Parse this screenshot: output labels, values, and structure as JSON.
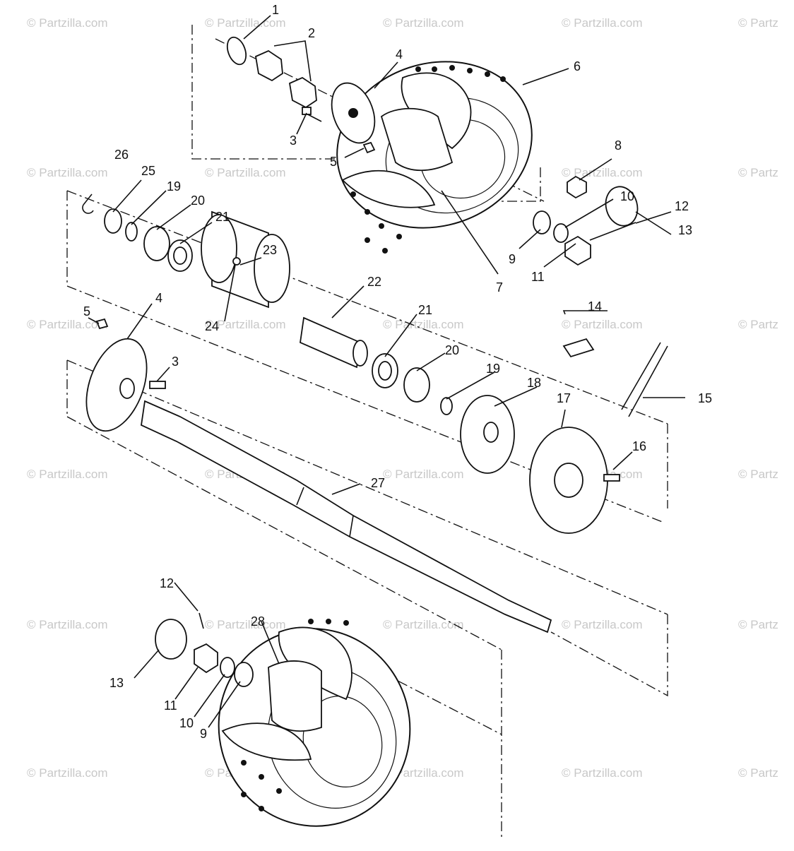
{
  "watermark": "© Partzilla.com",
  "watermark_edge": "© Partz",
  "callouts": [
    "1",
    "2",
    "3",
    "4",
    "5",
    "6",
    "7",
    "8",
    "9",
    "10",
    "11",
    "12",
    "13",
    "14",
    "15",
    "16",
    "17",
    "18",
    "19",
    "20",
    "21",
    "22",
    "23",
    "24",
    "25",
    "26",
    "27",
    "28"
  ]
}
